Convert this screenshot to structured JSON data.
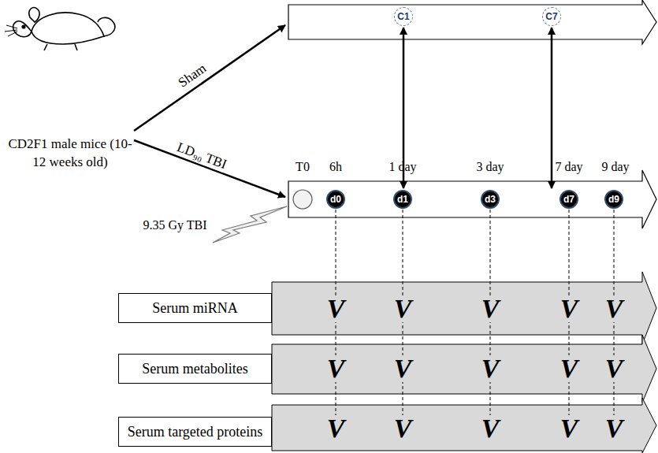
{
  "diagram": {
    "nodes": [
      {
        "text": [
          "CD2F1 male mice (10-12 weeks old)"
        ]
      },
      {
        "text": [
          "C1"
        ]
      },
      {
        "text": [
          "C7"
        ]
      },
      {
        "text": [
          "d0"
        ]
      },
      {
        "text": [
          "d1"
        ]
      },
      {
        "text": [
          "d3"
        ]
      },
      {
        "text": [
          "d7"
        ]
      },
      {
        "text": [
          "d9"
        ]
      },
      {
        "text": [
          "Serum miRNA"
        ]
      },
      {
        "text": [
          "Serum metabolites"
        ]
      },
      {
        "text": [
          "Serum targeted proteins"
        ]
      }
    ],
    "edges": [
      {
        "from": 1,
        "to": 4,
        "arrow": "both"
      },
      {
        "from": 2,
        "to": 6,
        "arrow": "both"
      }
    ],
    "labels": [
      "Sham",
      "LD₉₀ TBI",
      "T0",
      "6h",
      "1 day",
      "3 day",
      "7 day",
      "9 day",
      "9.35 Gy TBI",
      "V",
      "V",
      "V",
      "V",
      "V",
      "V",
      "V",
      "V",
      "V",
      "V",
      "V",
      "V",
      "V",
      "V",
      "V"
    ]
  }
}
